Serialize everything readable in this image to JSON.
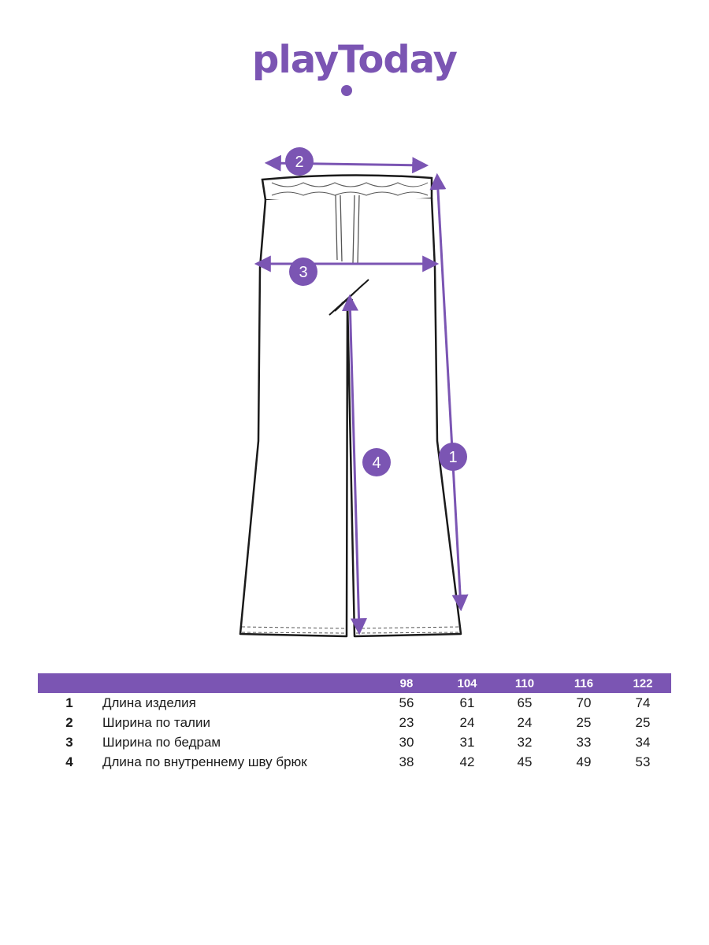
{
  "brand": {
    "logo_text": "playToday",
    "accent_color": "#7b55b3"
  },
  "diagram": {
    "markers": [
      {
        "label": "1",
        "meaning_ref": "table.rows.0.label"
      },
      {
        "label": "2",
        "meaning_ref": "table.rows.1.label"
      },
      {
        "label": "3",
        "meaning_ref": "table.rows.2.label"
      },
      {
        "label": "4",
        "meaning_ref": "table.rows.3.label"
      }
    ]
  },
  "table": {
    "sizes": [
      "98",
      "104",
      "110",
      "116",
      "122"
    ],
    "rows": [
      {
        "num": "1",
        "label": "Длина изделия",
        "values": [
          "56",
          "61",
          "65",
          "70",
          "74"
        ]
      },
      {
        "num": "2",
        "label": "Ширина по талии",
        "values": [
          "23",
          "24",
          "24",
          "25",
          "25"
        ]
      },
      {
        "num": "3",
        "label": "Ширина по бедрам",
        "values": [
          "30",
          "31",
          "32",
          "33",
          "34"
        ]
      },
      {
        "num": "4",
        "label": "Длина по внутреннему шву брюк",
        "values": [
          "38",
          "42",
          "45",
          "49",
          "53"
        ]
      }
    ]
  }
}
